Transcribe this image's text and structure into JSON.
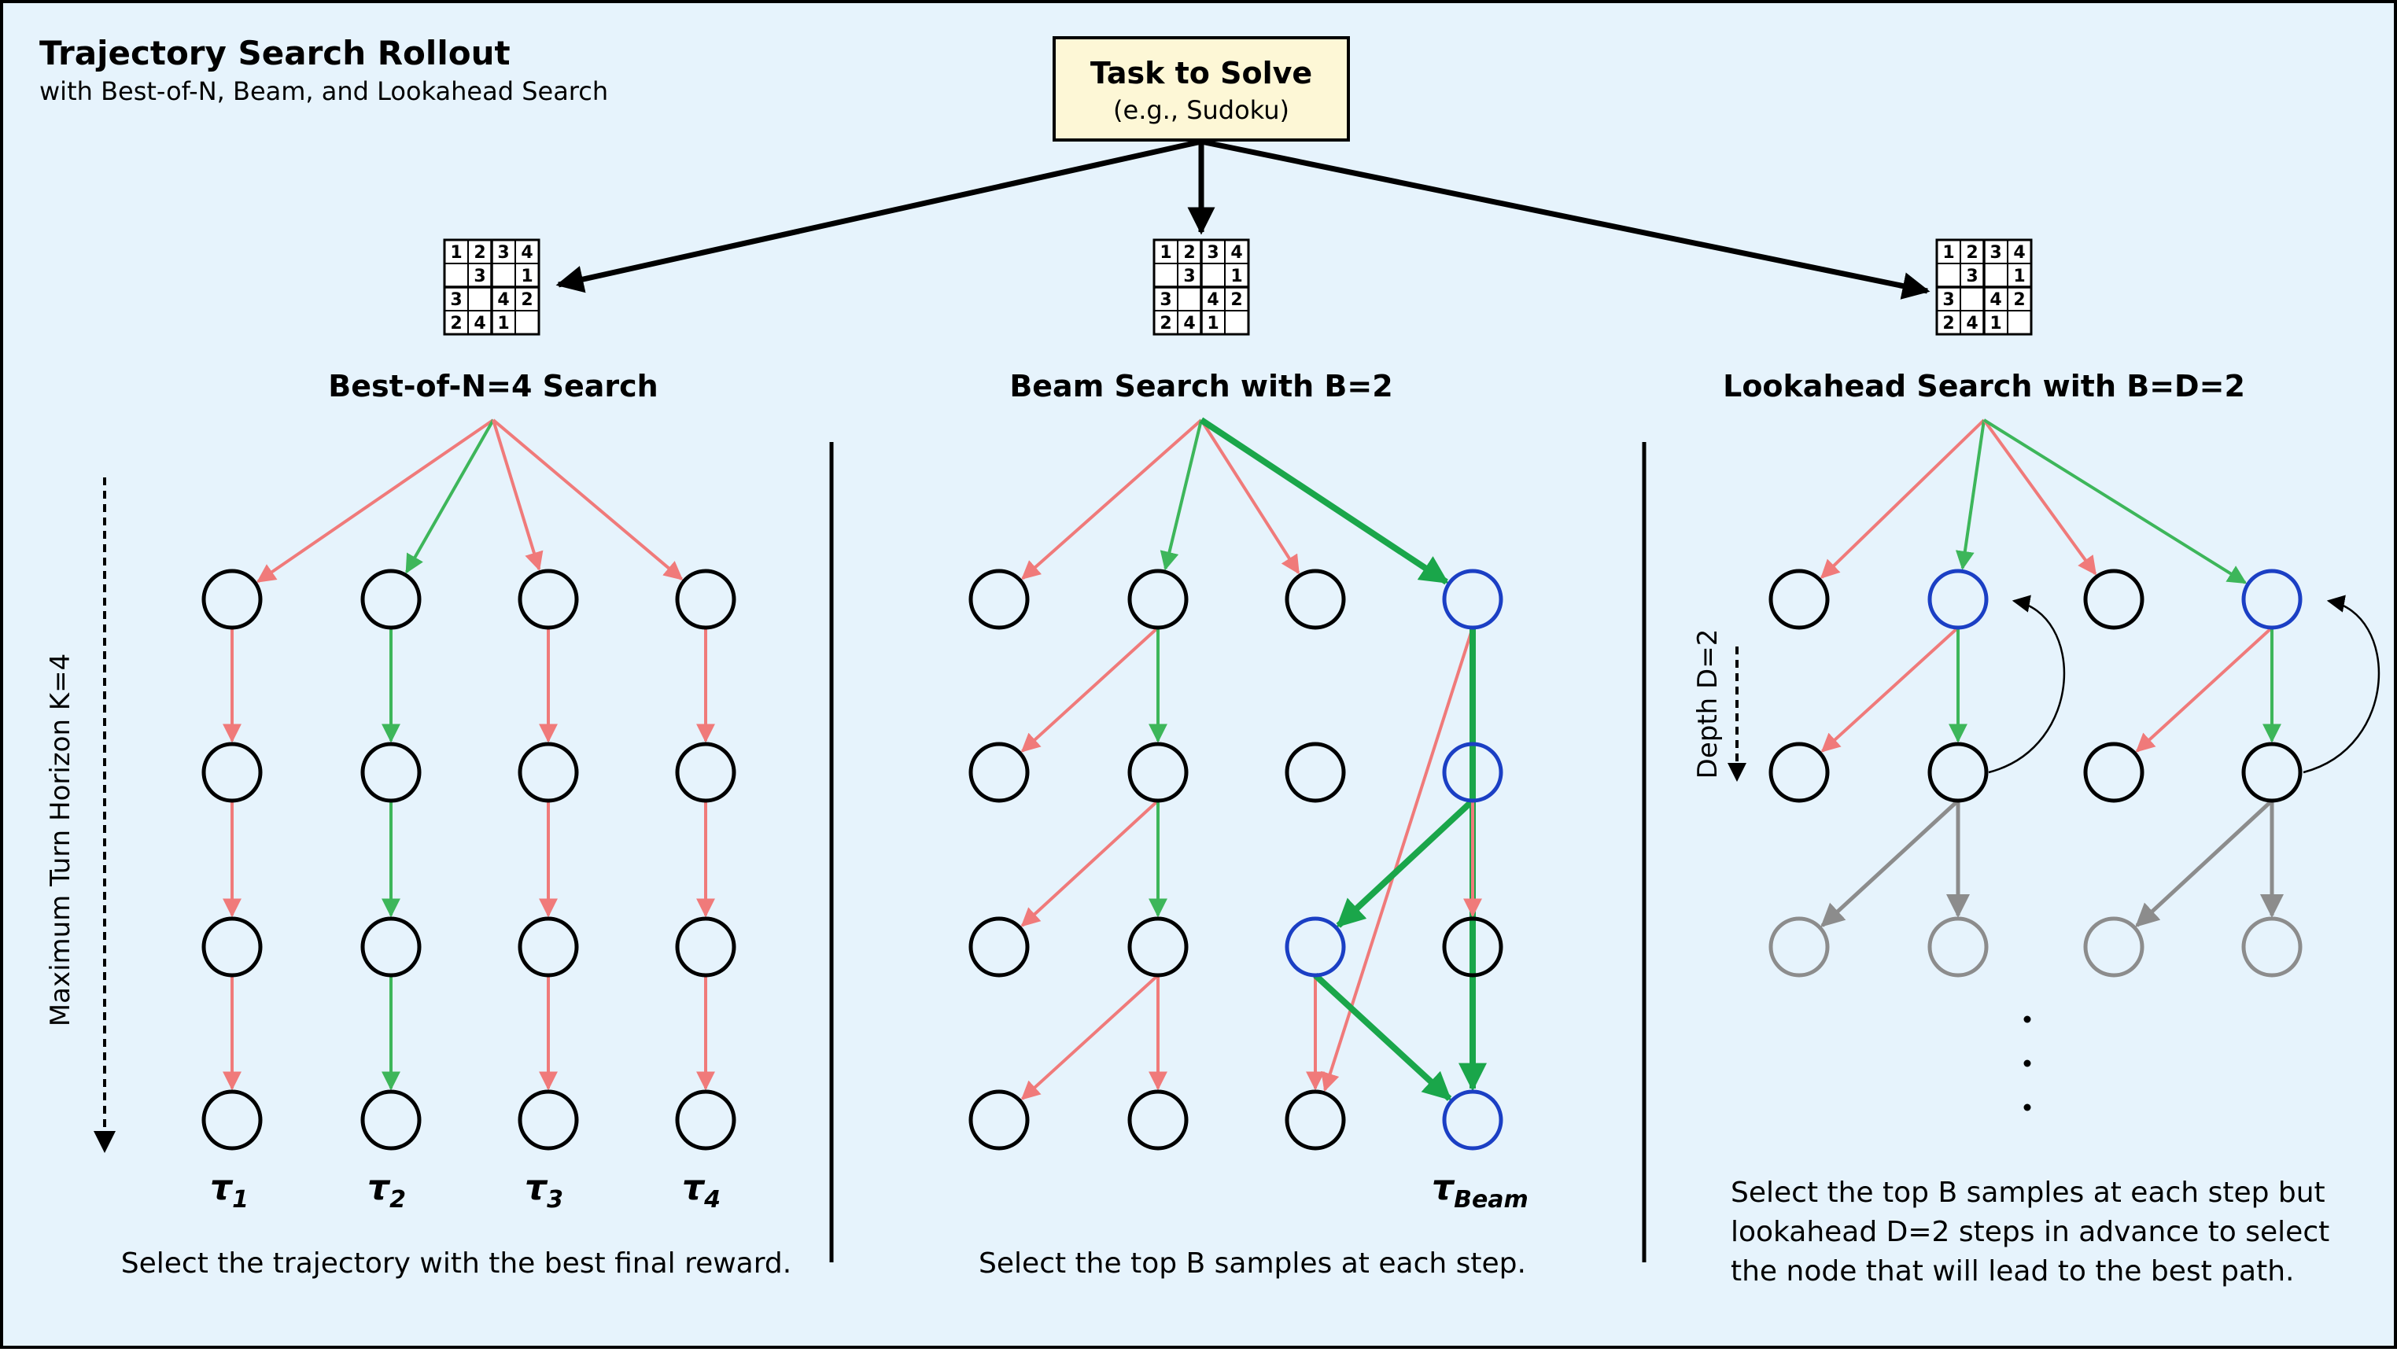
{
  "header": {
    "title": "Trajectory Search Rollout",
    "subtitle": "with Best-of-N, Beam, and Lookahead Search"
  },
  "task": {
    "title": "Task to Solve",
    "subtitle": "(e.g., Sudoku)"
  },
  "sudoku": {
    "rows": [
      [
        "1",
        "2",
        "3",
        "4"
      ],
      [
        "",
        "3",
        "",
        "1"
      ],
      [
        "3",
        "",
        "4",
        "2"
      ],
      [
        "2",
        "4",
        "1",
        ""
      ]
    ]
  },
  "panels": {
    "bon": {
      "title": "Best-of-N=4 Search",
      "axis_label": "Maximum Turn Horizon K=4",
      "trajectory_labels": [
        "τ",
        "τ",
        "τ",
        "τ"
      ],
      "trajectory_subscripts": [
        "1",
        "2",
        "3",
        "4"
      ],
      "caption": "Select the trajectory with the best final reward."
    },
    "beam": {
      "title": "Beam Search with B=2",
      "beam_label": "τ",
      "beam_subscript": "Beam",
      "caption": "Select the top B samples at each step."
    },
    "lookahead": {
      "title": "Lookahead Search with B=D=2",
      "depth_label": "Depth D=2",
      "caption_lines": [
        "Select the top B samples at each step but",
        "lookahead D=2 steps in advance to select",
        "the node that will lead to the best path."
      ]
    }
  },
  "colors": {
    "background": "#e6f3fc",
    "frame": "#000000",
    "task_box": "#fdf7d6",
    "reject_arrow": "#f07a7a",
    "select_arrow": "#3db65a",
    "beam_node": "#1b3fc4",
    "gray": "#8c8c8c"
  }
}
